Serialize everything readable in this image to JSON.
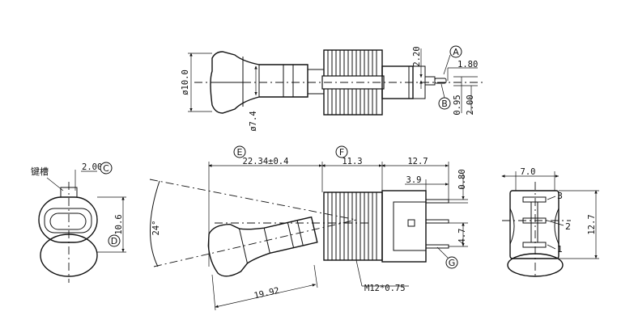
{
  "views": {
    "top": {
      "dims": {
        "dia_10": "ø10.0",
        "dia_7_4": "ø7.4",
        "d_2_20": "2.20",
        "d_1_80": "1.80",
        "d_0_95": "0.95",
        "d_2_00": "2.00"
      },
      "markers": {
        "A": "A",
        "B": "B"
      }
    },
    "left": {
      "keyway_label": "键槽",
      "d_2_00": "2.00",
      "d_10_6": "10.6",
      "markers": {
        "C": "C",
        "D": "D"
      }
    },
    "side": {
      "angle": "24°",
      "d_22_34": "22.34±0.4",
      "d_11_3": "11.3",
      "d_12_7": "12.7",
      "d_3_9": "3.9",
      "d_0_80": "0.80",
      "d_4_7": "4.7",
      "d_19_92": "19.92",
      "thread": "M12*0.75",
      "markers": {
        "E": "E",
        "F": "F",
        "G": "G"
      }
    },
    "right": {
      "d_7_0": "7.0",
      "d_12_7": "12.7",
      "pins": [
        "3",
        "2",
        "1"
      ]
    }
  }
}
